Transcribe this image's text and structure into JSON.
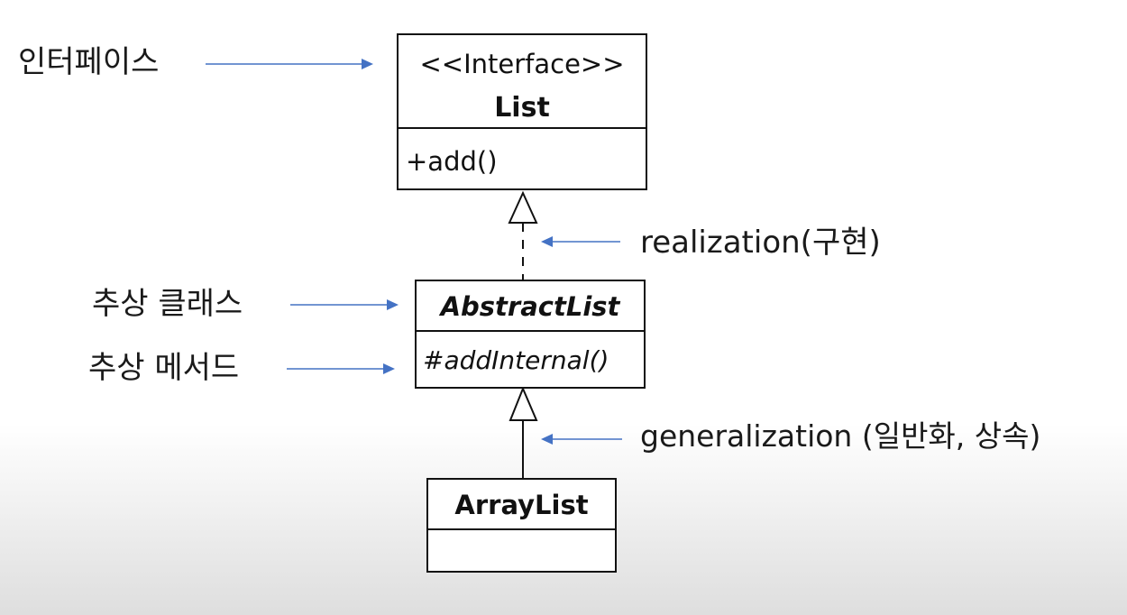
{
  "annotations": {
    "interface": "인터페이스",
    "abstract_class": "추상 클래스",
    "abstract_method": "추상 메서드",
    "realization": "realization(구현)",
    "generalization": "generalization (일반화, 상속)"
  },
  "classes": {
    "list": {
      "stereotype": "<<Interface>>",
      "name": "List",
      "method": "+add()"
    },
    "abstract_list": {
      "name": "AbstractList",
      "method": "#addInternal()"
    },
    "array_list": {
      "name": "ArrayList"
    }
  },
  "colors": {
    "arrow": "#4472c4",
    "line": "#111111"
  }
}
